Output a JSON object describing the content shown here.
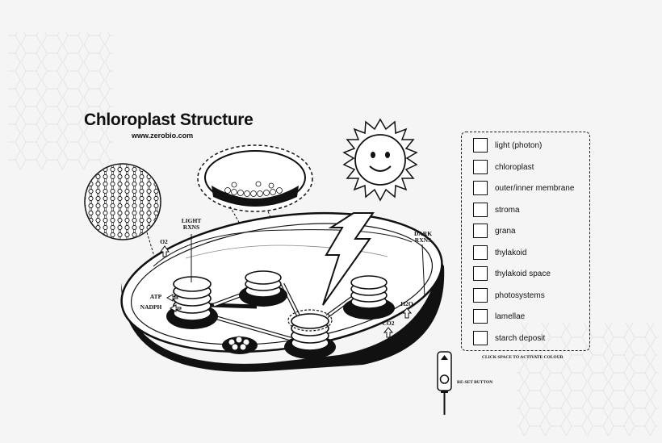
{
  "title": "Chloroplast Structure",
  "website": "www.zerobio.com",
  "labels": {
    "light_rxns_1": "LIGHT",
    "light_rxns_2": "RXNS",
    "dark_rxns_1": "DARK",
    "dark_rxns_2": "RXNS",
    "o2": "O2",
    "atp": "ATP",
    "nadph": "NADPH",
    "h2o": "H2O",
    "co2": "CO2"
  },
  "legend": {
    "items": [
      "light (photon)",
      "chloroplast",
      "outer/inner membrane",
      "stroma",
      "grana",
      "thylakoid",
      "thylakoid space",
      "photosystems",
      "lamellae",
      "starch deposit"
    ],
    "hint": "CLICK SPACE TO ACTIVATE COLOUR"
  },
  "reset_label": "RE-SET BUTTON",
  "colors": {
    "ink": "#111111",
    "background": "#f5f5f5"
  }
}
